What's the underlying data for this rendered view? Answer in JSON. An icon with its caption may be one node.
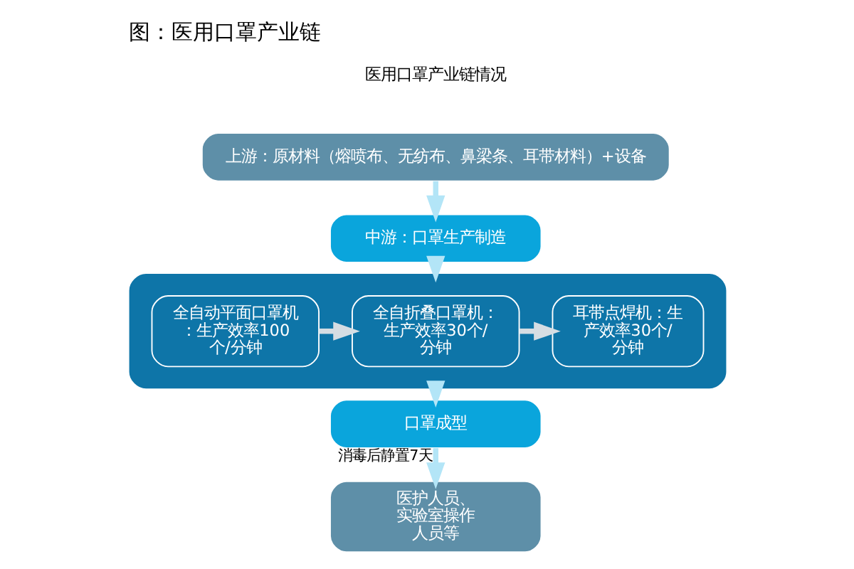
{
  "diagram": {
    "title": "图：医用口罩产业链",
    "nodes": [
      {
        "text": [
          "上游：原材料（熔喷布、无纺布、鼻梁条、耳带材料）+设备"
        ]
      },
      {
        "text": [
          "中游：口罩生产制造"
        ]
      },
      {
        "text": [],
        "shape": "box"
      },
      {
        "text": [
          "全自动平面口罩机：生产效率100个/分钟"
        ],
        "in": 2
      },
      {
        "text": [
          "全自折叠口罩机：生产效率30个/分钟"
        ],
        "in": 2
      },
      {
        "text": [
          "耳带点焊机：生产效率30个/分钟"
        ],
        "in": 2
      },
      {
        "text": [
          "口罩成型"
        ]
      },
      {
        "text": [
          "医护人员、实验室操作人员等"
        ]
      }
    ],
    "edges": [
      {
        "from": 0,
        "to": 1,
        "arrow": "to"
      },
      {
        "from": 1,
        "to": 2,
        "arrow": "to"
      },
      {
        "from": 3,
        "to": 4,
        "arrow": "to",
        "color": "#d5dde3"
      },
      {
        "from": 4,
        "to": 5,
        "arrow": "to",
        "color": "#d5dde3"
      },
      {
        "from": 2,
        "to": 6,
        "arrow": "to"
      },
      {
        "from": 6,
        "to": 7,
        "arrow": "to",
        "label": "消毒后静置7天"
      }
    ],
    "labels": [
      "医用口罩产业链情况"
    ]
  }
}
